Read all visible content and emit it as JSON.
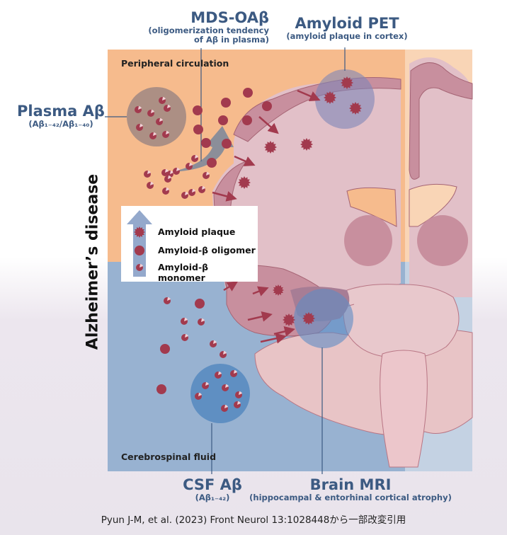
{
  "title_vertical": "Alzheimer’s disease",
  "regions": {
    "peripheral": "Peripheral circulation",
    "csf": "Cerebrospinal fluid"
  },
  "biomarkers": {
    "mds_oab": {
      "title": "MDS-OAβ",
      "sub1": "(oligomerization tendency",
      "sub2": "of Aβ in plasma)"
    },
    "amyloid_pet": {
      "title": "Amyloid PET",
      "sub": "(amyloid plaque in cortex)"
    },
    "plasma_ab": {
      "title": "Plasma Aβ",
      "sub": "(Aβ₁₋₄₂/Aβ₁₋₄₀)"
    },
    "csf_ab": {
      "title": "CSF Aβ",
      "sub": "(Aβ₁₋₄₂)"
    },
    "brain_mri": {
      "title": "Brain MRI",
      "sub": "(hippocampal & entorhinal cortical atrophy)"
    }
  },
  "legend": {
    "items": [
      {
        "icon": "amyloid-plaque-icon",
        "label": "Amyloid plaque"
      },
      {
        "icon": "amyloid-oligomer-icon",
        "label": "Amyloid-β oligomer"
      },
      {
        "icon": "amyloid-monomer-icon",
        "label": "Amyloid-β monomer"
      }
    ]
  },
  "colors": {
    "peripheral_bg": "#f6bb8d",
    "csf_bg": "#98b2d1",
    "brain": "#e2c0c8",
    "cortex": "#c88f9e",
    "amyloid": "#a23a4e",
    "label_blue": "#3c5a82"
  },
  "citation": "Pyun J-M, et al. (2023) Front Neurol 13:1028448から一部改変引用"
}
